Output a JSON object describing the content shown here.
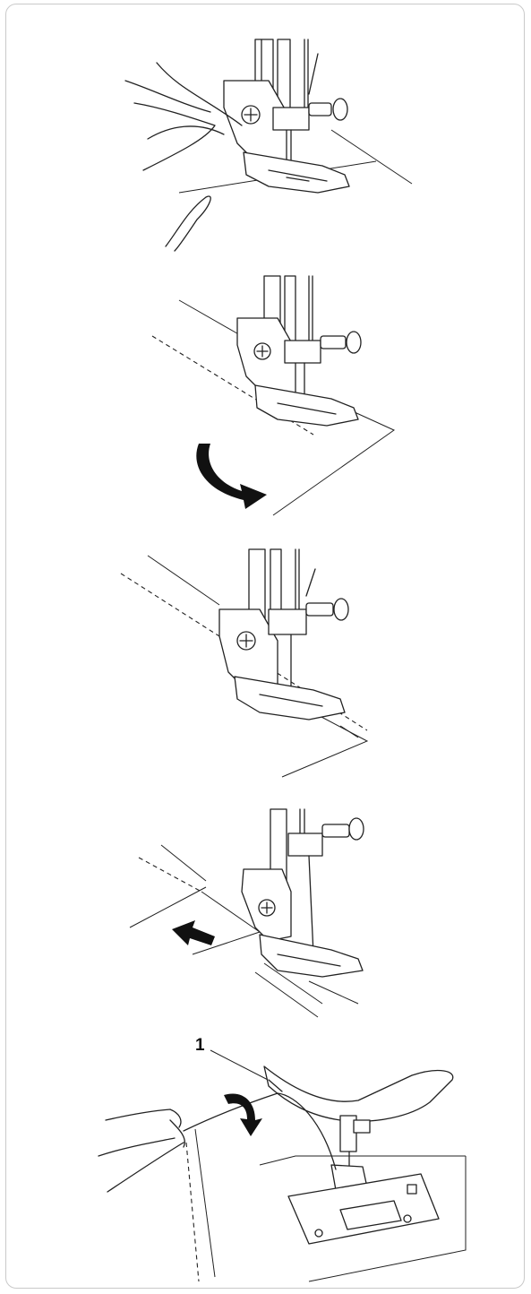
{
  "figures": [
    {
      "id": "step-hold-threads"
    },
    {
      "id": "step-pivot-fabric"
    },
    {
      "id": "step-sew-seam"
    },
    {
      "id": "step-reverse-stitch"
    },
    {
      "id": "step-cut-thread",
      "callouts": [
        "1"
      ]
    }
  ]
}
